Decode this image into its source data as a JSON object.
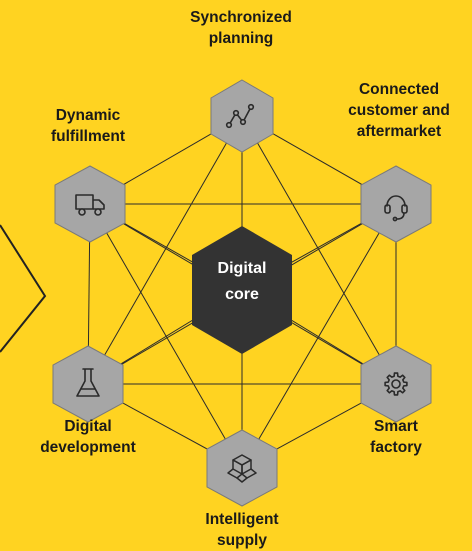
{
  "colors": {
    "background": "#FFD321",
    "node_fill": "#A6A6A6",
    "node_stroke": "#7A7A7A",
    "core_fill": "#333333",
    "line": "#2B2B2B",
    "icon": "#2A2A2A"
  },
  "core": {
    "line1": "Digital",
    "line2": "core"
  },
  "nodes": [
    {
      "id": "synchronized-planning",
      "icon": "line-chart-icon",
      "line1": "Synchronized",
      "line2": "planning"
    },
    {
      "id": "connected-customer",
      "icon": "headset-icon",
      "line1": "Connected",
      "line2": "customer and",
      "line3": "aftermarket"
    },
    {
      "id": "smart-factory",
      "icon": "gear-icon",
      "line1": "Smart",
      "line2": "factory"
    },
    {
      "id": "intelligent-supply",
      "icon": "boxes-icon",
      "line1": "Intelligent",
      "line2": "supply"
    },
    {
      "id": "digital-development",
      "icon": "flask-icon",
      "line1": "Digital",
      "line2": "development"
    },
    {
      "id": "dynamic-fulfillment",
      "icon": "truck-icon",
      "line1": "Dynamic",
      "line2": "fulfillment"
    }
  ]
}
